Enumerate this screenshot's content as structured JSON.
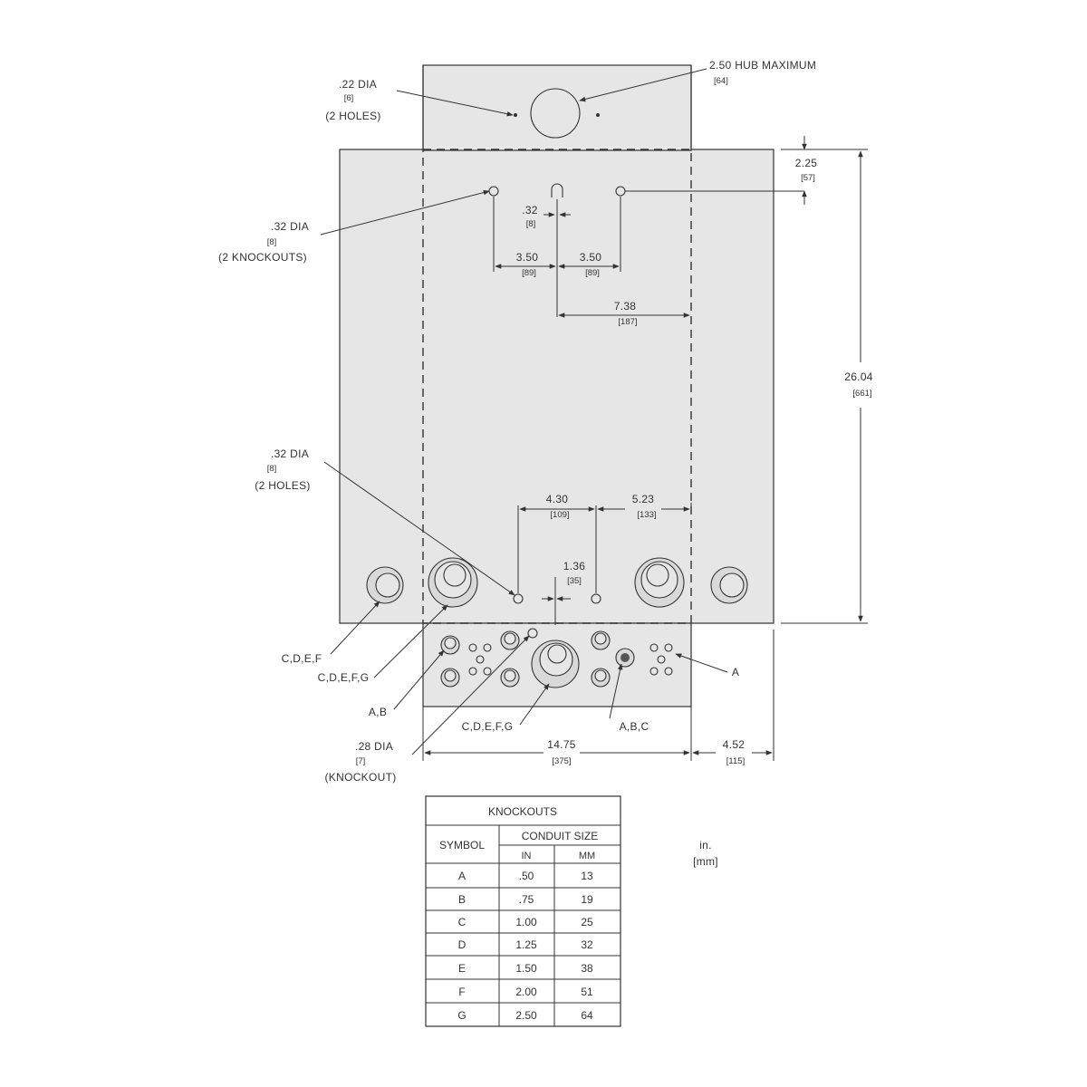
{
  "callouts": {
    "hole_22": [
      ".22 DIA",
      "[6]",
      "(2 HOLES)"
    ],
    "hub": [
      "2.50 HUB MAXIMUM",
      "[64]"
    ],
    "ko_32": [
      ".32 DIA",
      "[8]",
      "(2 KNOCKOUTS)"
    ],
    "hole_32": [
      ".32 DIA",
      "[8]",
      "(2 HOLES)"
    ],
    "ko_28": [
      ".28 DIA",
      "[7]",
      "(KNOCKOUT)"
    ],
    "cdef_left": "C,D,E,F",
    "cdefg_left": "C,D,E,F,G",
    "ab_left": "A,B",
    "cdefg_bottom": "C,D,E,F,G",
    "abc_bottom": "A,B,C",
    "a_right": "A"
  },
  "dimensions": {
    "d_225": [
      "2.25",
      "[57]"
    ],
    "d_32": [
      ".32",
      "[8]"
    ],
    "d_350a": [
      "3.50",
      "[89]"
    ],
    "d_350b": [
      "3.50",
      "[89]"
    ],
    "d_738": [
      "7.38",
      "[187]"
    ],
    "d_2604": [
      "26.04",
      "[661]"
    ],
    "d_430": [
      "4.30",
      "[109]"
    ],
    "d_523": [
      "5.23",
      "[133]"
    ],
    "d_136": [
      "1.36",
      "[35]"
    ],
    "d_1475": [
      "14.75",
      "[375]"
    ],
    "d_452": [
      "4.52",
      "[115]"
    ]
  },
  "units": [
    "in.",
    "[mm]"
  ],
  "table": {
    "title": "KNOCKOUTS",
    "symbol_header": "SYMBOL",
    "conduit_header": "CONDUIT SIZE",
    "in_header": "IN",
    "mm_header": "MM",
    "rows": [
      {
        "symbol": "A",
        "in": ".50",
        "mm": "13"
      },
      {
        "symbol": "B",
        "in": ".75",
        "mm": "19"
      },
      {
        "symbol": "C",
        "in": "1.00",
        "mm": "25"
      },
      {
        "symbol": "D",
        "in": "1.25",
        "mm": "32"
      },
      {
        "symbol": "E",
        "in": "1.50",
        "mm": "38"
      },
      {
        "symbol": "F",
        "in": "2.00",
        "mm": "51"
      },
      {
        "symbol": "G",
        "in": "2.50",
        "mm": "64"
      }
    ]
  }
}
